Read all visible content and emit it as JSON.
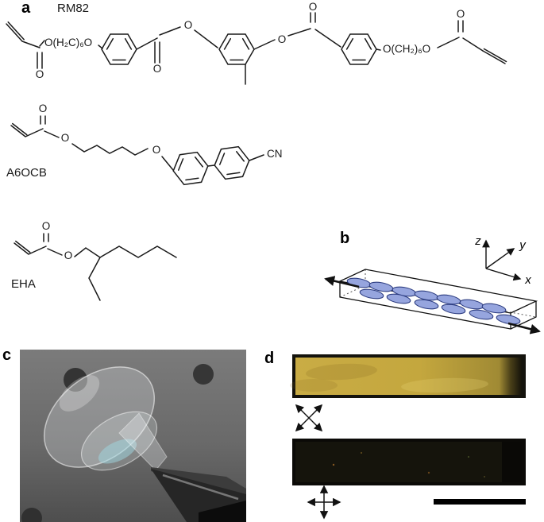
{
  "panels": {
    "a": {
      "label": "a"
    },
    "b": {
      "label": "b"
    },
    "c": {
      "label": "c"
    },
    "d": {
      "label": "d"
    }
  },
  "molecules": {
    "rm82": {
      "name": "RM82",
      "o": "O",
      "spacer_left": "O(H₂C)₆O",
      "spacer_right": "O(CH₂)₆O"
    },
    "a6ocb": {
      "name": "A6OCB",
      "o": "O",
      "nitrile": "CN"
    },
    "eha": {
      "name": "EHA",
      "o": "O"
    }
  },
  "schematic": {
    "axes": {
      "x": "x",
      "y": "y",
      "z": "z"
    },
    "mesogen_fill": "#96a5de",
    "mesogen_stroke": "#2c3c80"
  },
  "micrographs": {
    "bright_color": "#c4a73e",
    "dark_color": "#15140c"
  }
}
